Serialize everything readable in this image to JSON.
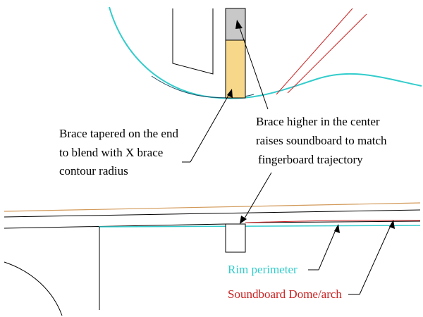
{
  "labels": {
    "brace_tapered": [
      "Brace tapered on the end",
      "to blend with X brace",
      "contour radius"
    ],
    "brace_higher": [
      "Brace higher in the center",
      "raises soundboard to match",
      "fingerboard trajectory"
    ],
    "rim_perimeter": "Rim perimeter",
    "soundboard_dome": "Soundboard Dome/arch"
  },
  "colors": {
    "rim": "#33cccc",
    "dome": "#cc2222",
    "soundboard_edge": "#d29a5a",
    "brace_fill": "#f7d88a",
    "brace_top_fill": "#c8c8c8",
    "line": "#000000"
  }
}
